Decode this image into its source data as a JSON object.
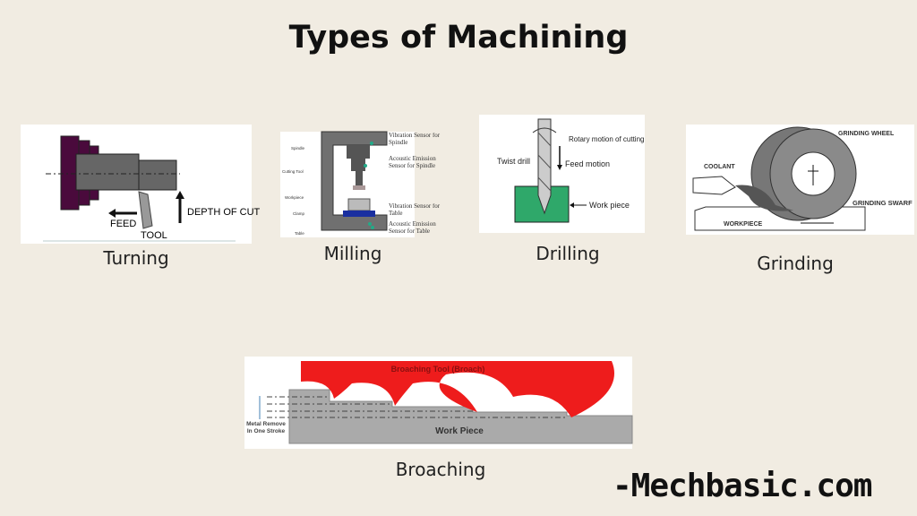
{
  "title": "Types of Machining",
  "brand": "-Mechbasic.com",
  "machining_types": [
    {
      "name": "Turning",
      "labels": {
        "feed": "FEED",
        "tool": "TOOL",
        "depth": "DEPTH OF CUT"
      }
    },
    {
      "name": "Milling",
      "labels": {
        "spindle": "Spindle",
        "cutting_tool": "Cutting Tool",
        "workpiece": "Workpiece",
        "clamp": "Clamp",
        "table": "Table",
        "vib_spindle": "Vibration Sensor for Spindle",
        "ae_spindle": "Acoustic Emission Sensor for Spindle",
        "vib_table": "Vibration Sensor for Table",
        "ae_table": "Acoustic Emission Sensor for Table"
      }
    },
    {
      "name": "Drilling",
      "labels": {
        "rotary": "Rotary motion of cutting",
        "twist": "Twist drill",
        "feed": "Feed motion",
        "work": "Work piece"
      }
    },
    {
      "name": "Grinding",
      "labels": {
        "wheel": "GRINDING WHEEL",
        "coolant": "COOLANT",
        "swarf": "GRINDING SWARF",
        "workpiece": "WORKPIECE"
      }
    },
    {
      "name": "Broaching",
      "labels": {
        "tool": "Broaching Tool (Broach)",
        "work": "Work Piece",
        "metal": "Metal Remove In One Stroke"
      }
    }
  ],
  "colors": {
    "background": "#f1ece2",
    "chuck": "#4a0a3c",
    "broach": "#ee1c1c",
    "drill_work": "#2fa86a",
    "clamp": "#1a2fa0"
  }
}
